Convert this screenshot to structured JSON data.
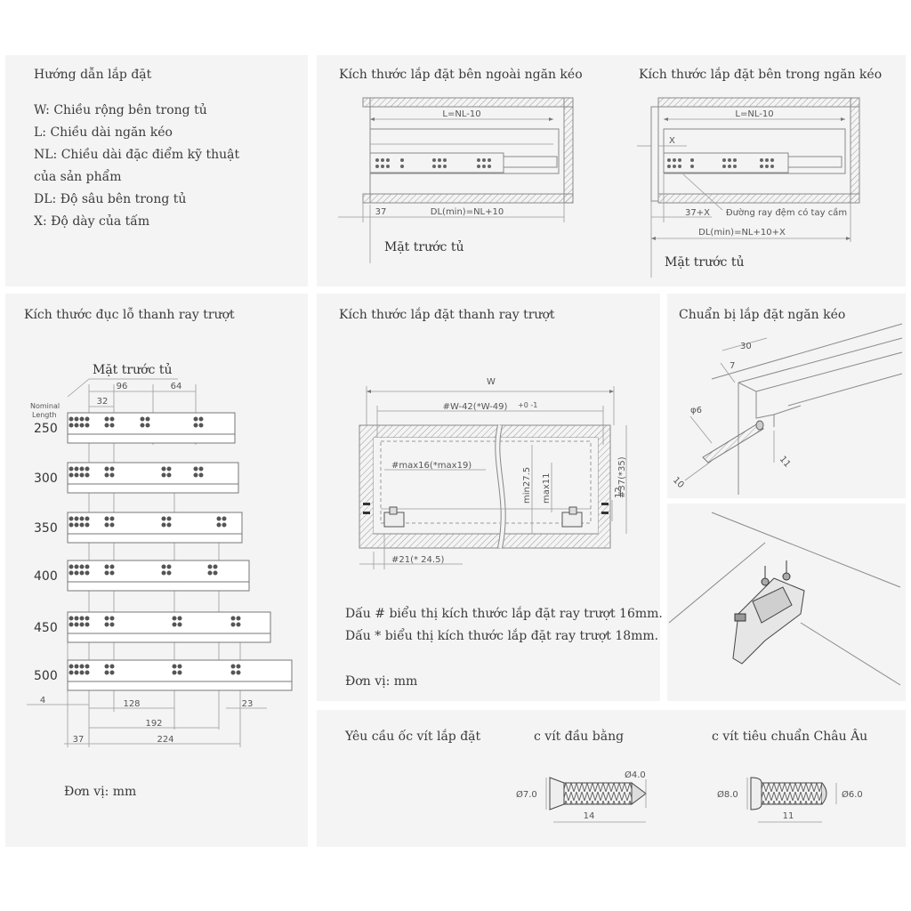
{
  "guide": {
    "title": "Hướng dẫn lắp đặt",
    "lines": [
      "W: Chiều rộng bên trong tủ",
      "L: Chiều dài ngăn kéo",
      "NL: Chiều dài đặc điểm kỹ thuật",
      "của sản phẩm",
      "DL: Độ sâu bên trong tủ",
      "X: Độ dày của tấm"
    ]
  },
  "outer": {
    "title": "Kích thước lắp đặt bên ngoài ngăn kéo",
    "l_label": "L=NL-10",
    "d37": "37",
    "dl_label": "DL(min)=NL+10",
    "front": "Mặt trước tủ"
  },
  "inner": {
    "title": "Kích thước lắp đặt bên trong ngăn kéo",
    "l_label": "L=NL-10",
    "x_label": "X",
    "d37x": "37+X",
    "pad_rail": "Đường ray đệm có tay cầm",
    "dl_label": "DL(min)=NL+10+X",
    "front": "Mặt trước tủ"
  },
  "holes": {
    "title": "Kích thước đục lỗ thanh ray trượt",
    "front": "Mặt trước tủ",
    "nominal1": "Nominal",
    "nominal2": "Length",
    "top_dims": [
      "32",
      "96",
      "64"
    ],
    "lengths": [
      "250",
      "300",
      "350",
      "400",
      "450",
      "500"
    ],
    "bottom_dims": [
      "4",
      "128",
      "23",
      "192",
      "37",
      "224"
    ],
    "unit": "Đơn vị: mm"
  },
  "rail": {
    "title": "Kích thước lắp đặt thanh ray trượt",
    "w": "W",
    "w42": "#W-42(*W-49)",
    "tol": "+0 -1",
    "max16": "#max16(*max19)",
    "min275": "min27.5",
    "max11": "max11",
    "d12": "12",
    "d37_35": "#37(*35)",
    "d21": "#21(* 24.5)",
    "note1": "Dấu # biểu thị kích thước lắp đặt ray trượt 16mm.",
    "note2": "Dấu * biểu thị kích thước lắp đặt ray trượt 18mm.",
    "unit": "Đơn vị: mm"
  },
  "prep": {
    "title": "Chuẩn bị lắp đặt ngăn kéo",
    "d30": "30",
    "d7": "7",
    "phi6": "φ6",
    "d10": "10",
    "d11": "11"
  },
  "screws": {
    "title": "Yêu cầu ốc vít lắp đặt",
    "flat_title": "c vít đầu bằng",
    "euro_title": "c vít tiêu chuẩn Châu Âu",
    "flat_d7": "Ø7.0",
    "flat_d4": "Ø4.0",
    "flat_len": "14",
    "euro_d8": "Ø8.0",
    "euro_d6": "Ø6.0",
    "euro_len": "11"
  }
}
